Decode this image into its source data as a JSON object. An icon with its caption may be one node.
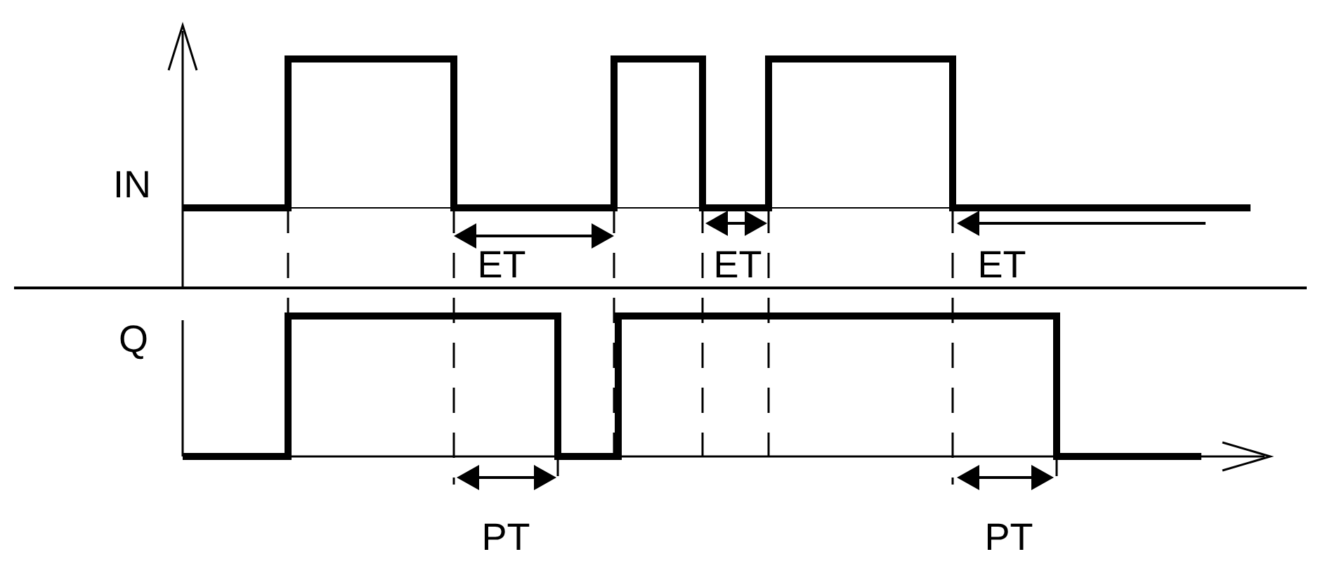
{
  "diagram": {
    "labels": [
      "IN",
      "ET",
      "ET",
      "ET",
      "Q",
      "PT",
      "PT"
    ]
  }
}
